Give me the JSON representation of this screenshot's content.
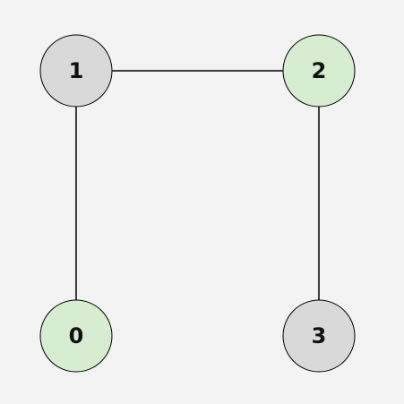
{
  "graph": {
    "nodes": [
      {
        "id": "0",
        "label": "0",
        "fill": "#d6edcf"
      },
      {
        "id": "1",
        "label": "1",
        "fill": "#d9d9d9"
      },
      {
        "id": "2",
        "label": "2",
        "fill": "#d6edcf"
      },
      {
        "id": "3",
        "label": "3",
        "fill": "#d9d9d9"
      }
    ],
    "edges": [
      {
        "from": "1",
        "to": "2"
      },
      {
        "from": "1",
        "to": "0"
      },
      {
        "from": "2",
        "to": "3"
      }
    ]
  }
}
